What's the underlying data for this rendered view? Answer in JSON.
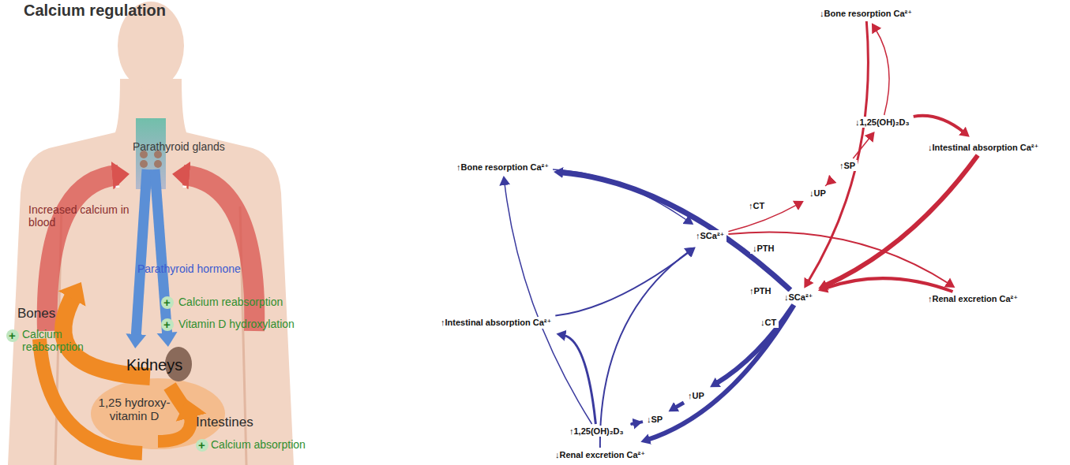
{
  "diagram": {
    "title": "Calcium regulation",
    "nodes": [
      {
        "text": [
          "↑Bone resorption Ca²⁺"
        ]
      },
      {
        "text": [
          "↑Intestinal absorption Ca²⁺"
        ]
      },
      {
        "text": [
          "↓Renal excretion Ca²⁺"
        ]
      },
      {
        "text": [
          "↑1,25(OH)₂D₃"
        ]
      },
      {
        "text": [
          "↓SP"
        ]
      },
      {
        "text": [
          "↑UP"
        ]
      },
      {
        "text": [
          "↑SCa²⁺"
        ]
      },
      {
        "text": [
          "↑CT"
        ]
      },
      {
        "text": [
          "↓PTH"
        ]
      },
      {
        "text": [
          "↑PTH"
        ]
      },
      {
        "text": [
          "↓SCa²⁺"
        ]
      },
      {
        "text": [
          "↓CT"
        ]
      },
      {
        "text": [
          "↓UP"
        ]
      },
      {
        "text": [
          "↑SP"
        ]
      },
      {
        "text": [
          "↓1,25(OH)₂D₃"
        ]
      },
      {
        "text": [
          "↓Bone resorption Ca²⁺"
        ]
      },
      {
        "text": [
          "↓Intestinal absorption Ca²⁺"
        ]
      },
      {
        "text": [
          "↑Renal excretion Ca²⁺"
        ]
      }
    ],
    "edges": [
      {
        "from": 10,
        "to": 0,
        "arrow": "to"
      },
      {
        "from": 10,
        "to": 5,
        "arrow": "to"
      },
      {
        "from": 5,
        "to": 4,
        "arrow": "to"
      },
      {
        "from": 4,
        "to": 3,
        "arrow": "to"
      },
      {
        "from": 3,
        "to": 1,
        "arrow": "to"
      },
      {
        "from": 3,
        "to": 0,
        "arrow": "to"
      },
      {
        "from": 10,
        "to": 2,
        "arrow": "to"
      },
      {
        "from": 0,
        "to": 6,
        "arrow": "to"
      },
      {
        "from": 1,
        "to": 6,
        "arrow": "to"
      },
      {
        "from": 2,
        "to": 6,
        "arrow": "to"
      },
      {
        "from": 6,
        "to": 12,
        "arrow": "to"
      },
      {
        "from": 12,
        "to": 13,
        "arrow": "to"
      },
      {
        "from": 13,
        "to": 14,
        "arrow": "to"
      },
      {
        "from": 14,
        "to": 15,
        "arrow": "to"
      },
      {
        "from": 14,
        "to": 16,
        "arrow": "to"
      },
      {
        "from": 6,
        "to": 17,
        "arrow": "to"
      },
      {
        "from": 15,
        "to": 10,
        "arrow": "to"
      },
      {
        "from": 16,
        "to": 10,
        "arrow": "to"
      },
      {
        "from": 17,
        "to": 10,
        "arrow": "to"
      }
    ],
    "labels": [
      "Parathyroid glands",
      "Increased calcium in blood",
      "Parathyroid hormone",
      "+",
      "Calcium reabsorption",
      "+",
      "Vitamin D hydroxylation",
      "Bones",
      "+",
      "Calcium reabsorption",
      "Kidneys",
      "1,25 hydroxy-vitamin D",
      "Intestines",
      "+",
      "Calcium absorption",
      "-",
      "-"
    ]
  }
}
